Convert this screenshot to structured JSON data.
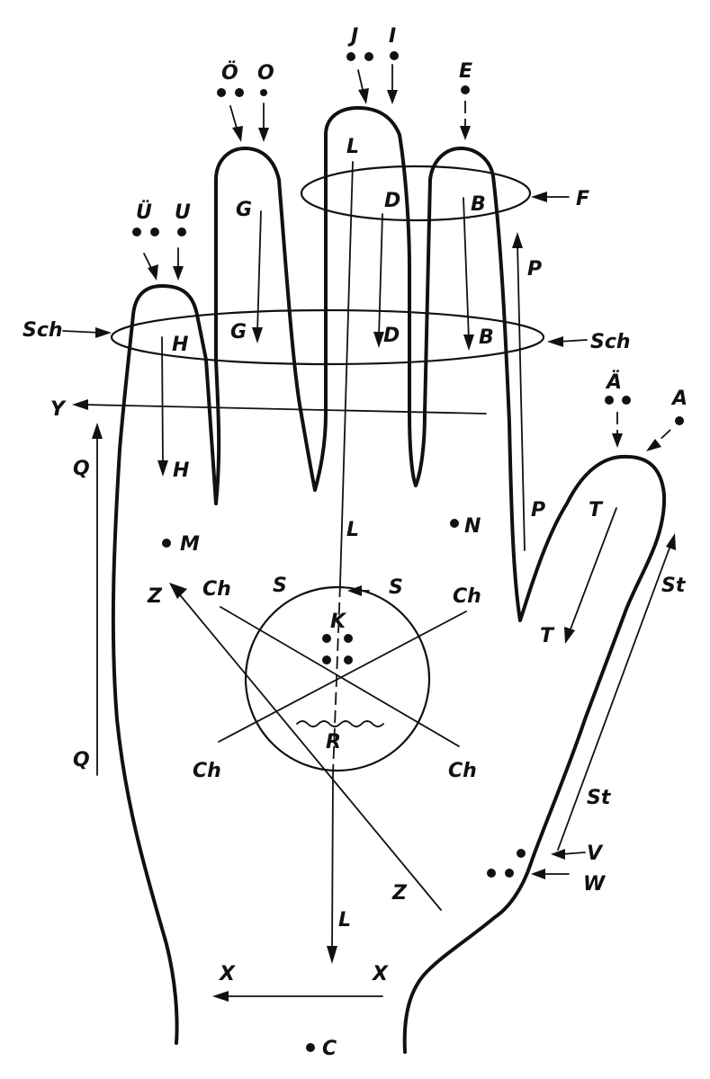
{
  "labels": {
    "U_umlaut": "Ü",
    "U": "U",
    "O_umlaut": "Ö",
    "O": "O",
    "J": "J",
    "I": "I",
    "E": "E",
    "F": "F",
    "A_umlaut": "Ä",
    "A": "A",
    "G_top": "G",
    "G_mid": "G",
    "L_top": "L",
    "L_mid": "L",
    "L_low": "L",
    "D_top": "D",
    "D_mid": "D",
    "B_top": "B",
    "B_mid": "B",
    "H_top": "H",
    "H_low": "H",
    "Sch_left": "Sch",
    "Sch_right": "Sch",
    "Y": "Y",
    "Q_top": "Q",
    "Q_low": "Q",
    "P_top": "P",
    "P_low": "P",
    "T_top": "T",
    "T_low": "T",
    "St_top": "St",
    "St_low": "St",
    "M": "M",
    "N": "N",
    "Z_top": "Z",
    "Z_low": "Z",
    "Ch_top_left": "Ch",
    "Ch_top_right": "Ch",
    "Ch_low_left": "Ch",
    "Ch_low_right": "Ch",
    "S_left": "S",
    "S_right": "S",
    "K": "K",
    "R": "R",
    "V": "V",
    "W": "W",
    "X_left": "X",
    "X_right": "X",
    "C": "C"
  }
}
